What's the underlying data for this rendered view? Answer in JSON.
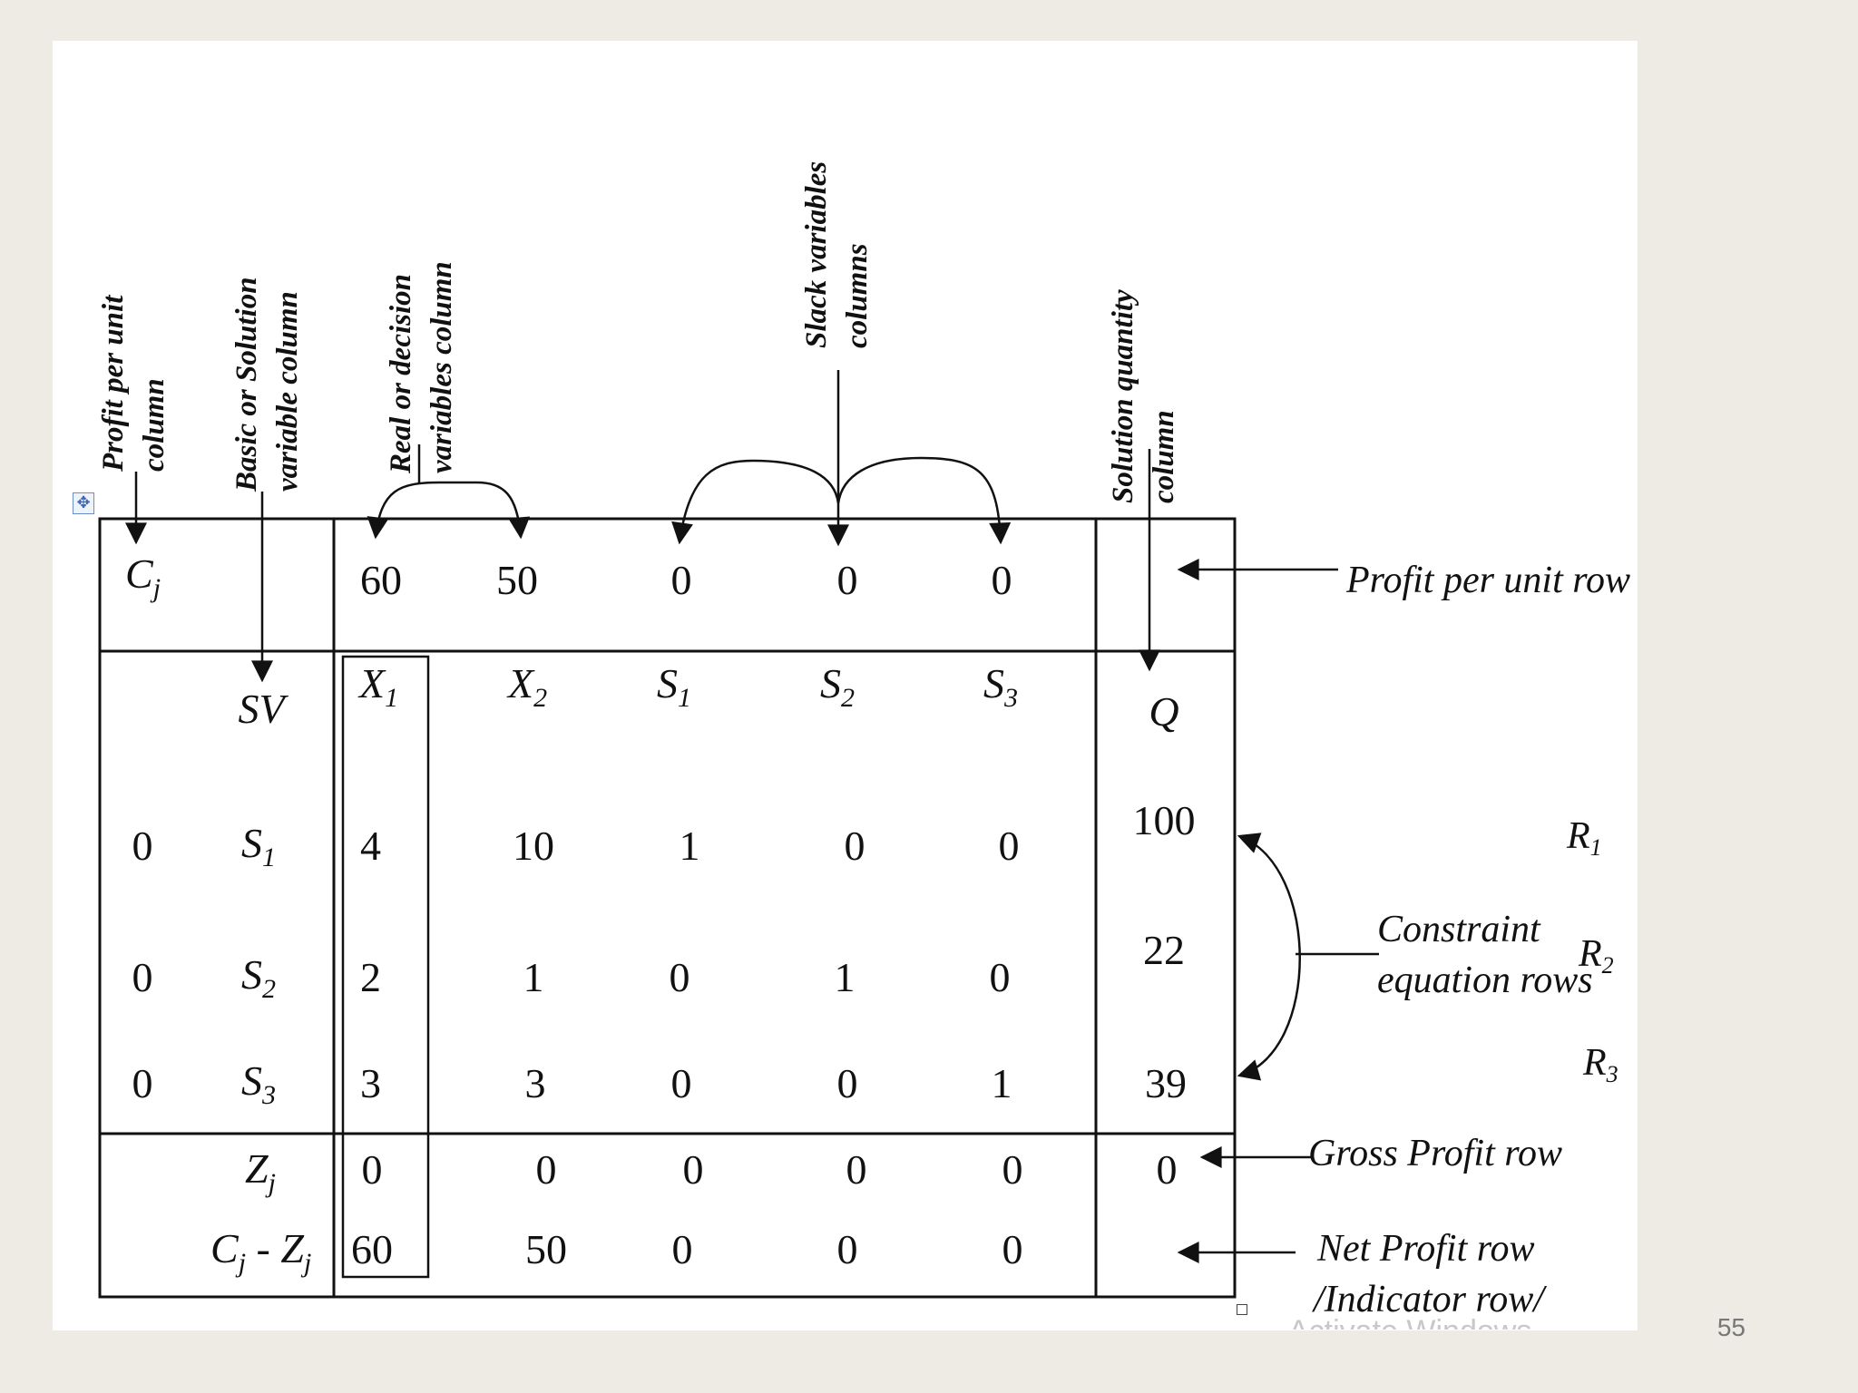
{
  "slide": {
    "number": "55"
  },
  "watermark": {
    "text": "Activate Windows"
  },
  "handles": {
    "move_icon": "move-cross-icon",
    "resize_icon": "resize-square-icon"
  },
  "column_labels": {
    "profit_per_unit": [
      "Profit per unit",
      "column"
    ],
    "basic_solution": [
      "Basic or Solution",
      "variable column"
    ],
    "real_decision": [
      "Real or decision",
      "variables column"
    ],
    "slack_variables": [
      "Slack variables",
      "columns"
    ],
    "solution_quantity": [
      "Solution quantity",
      "column"
    ]
  },
  "row_labels": {
    "profit_per_unit_row": "Profit per unit row",
    "constraint_rows": [
      "Constraint",
      "equation rows"
    ],
    "gross_profit_row": "Gross Profit row",
    "net_profit_row": [
      "Net Profit row",
      "/Indicator row/"
    ],
    "r": [
      "R",
      "1",
      "R",
      "2",
      "R",
      "3"
    ]
  },
  "table": {
    "cj_row": {
      "label_main": "C",
      "label_sub": "j",
      "values": [
        "60",
        "50",
        "0",
        "0",
        "0"
      ]
    },
    "header": {
      "sv": "SV",
      "vars": [
        [
          "X",
          "1"
        ],
        [
          "X",
          "2"
        ],
        [
          "S",
          "1"
        ],
        [
          "S",
          "2"
        ],
        [
          "S",
          "3"
        ]
      ],
      "q": "Q"
    },
    "rows": [
      {
        "cb": "0",
        "sv_main": "S",
        "sv_sub": "1",
        "values": [
          "4",
          "10",
          "1",
          "0",
          "0"
        ],
        "q": "100"
      },
      {
        "cb": "0",
        "sv_main": "S",
        "sv_sub": "2",
        "values": [
          "2",
          "1",
          "0",
          "1",
          "0"
        ],
        "q": "22"
      },
      {
        "cb": "0",
        "sv_main": "S",
        "sv_sub": "3",
        "values": [
          "3",
          "3",
          "0",
          "0",
          "1"
        ],
        "q": "39"
      }
    ],
    "zj_row": {
      "label_main": "Z",
      "label_sub": "j",
      "values": [
        "0",
        "0",
        "0",
        "0",
        "0"
      ],
      "q": "0"
    },
    "cjzj_row": {
      "c_main": "C",
      "c_sub": "j",
      "dash": " - ",
      "z_main": "Z",
      "z_sub": "j",
      "values": [
        "60",
        "50",
        "0",
        "0",
        "0"
      ]
    }
  }
}
